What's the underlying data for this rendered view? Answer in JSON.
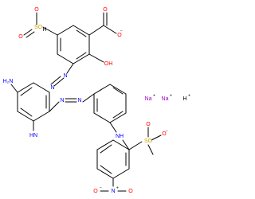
{
  "colors": {
    "bond": "#000000",
    "oxygen": "#ff0000",
    "sulfur": "#c8a000",
    "nitrogen": "#0000ff",
    "sodium": "#aa00cc",
    "hydrogen": "#000000"
  },
  "labels": {
    "so3h_top": "SO",
    "so3h_top_h": "H",
    "o_top_a": "O",
    "o_top_b": "O",
    "o_carboxylate_a": "O",
    "o_carboxylate_b": "O",
    "oh": "OH",
    "azo1_n1": "N",
    "azo1_n2": "N",
    "azo2_n1": "N",
    "azo2_n2": "N",
    "nh2_left": "H₂N",
    "nh_left": "HN",
    "nh_bridge": "NH",
    "so3_bottom": "SO",
    "o_so3_bottom_a": "O",
    "o_so3_bottom_b": "O",
    "no2": "N",
    "o_no2_a": "O",
    "o_no2_b": "O"
  },
  "ions": {
    "na1": "Na",
    "na2": "Na",
    "h": "H"
  },
  "charges": {
    "minus": "−",
    "plus": "+"
  }
}
